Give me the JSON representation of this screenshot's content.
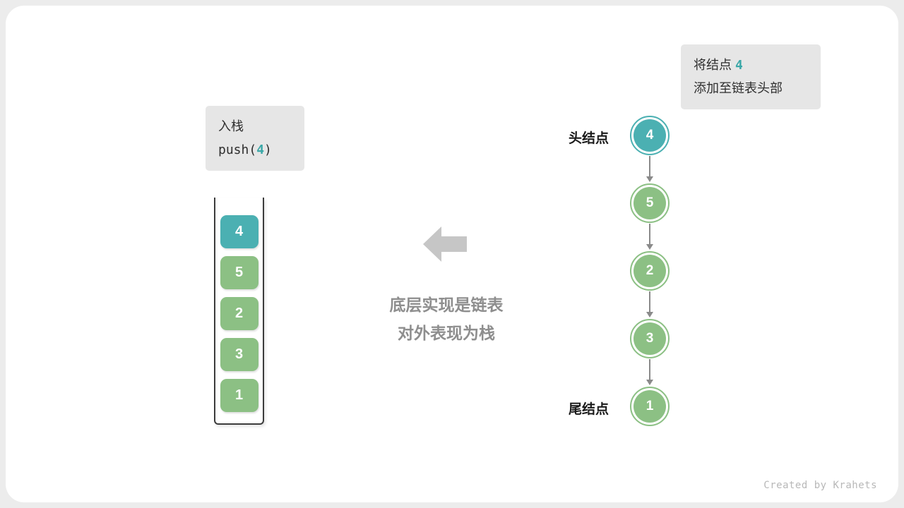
{
  "colors": {
    "accent_teal": "#4BB0B2",
    "node_green": "#8CC084",
    "label_box_bg": "#E6E6E6",
    "caption_gray": "#8E8E8E",
    "arrow_gray": "#C6C6C6",
    "card_bg": "#FFFFFF",
    "page_bg": "#ECECEC"
  },
  "annotation": {
    "line1_text": "将结点",
    "line1_value": "4",
    "line2": "添加至链表头部"
  },
  "operation": {
    "title": "入栈",
    "code_prefix": "push(",
    "code_value": "4",
    "code_suffix": ")"
  },
  "stack": {
    "highlighted_index": 0,
    "values": [
      "4",
      "5",
      "2",
      "3",
      "1"
    ]
  },
  "caption": {
    "line1": "底层实现是链表",
    "line2": "对外表现为栈"
  },
  "linked_list": {
    "head_label": "头结点",
    "tail_label": "尾结点",
    "highlighted_index": 0,
    "nodes": [
      "4",
      "5",
      "2",
      "3",
      "1"
    ]
  },
  "footer": {
    "credit": "Created by Krahets"
  }
}
